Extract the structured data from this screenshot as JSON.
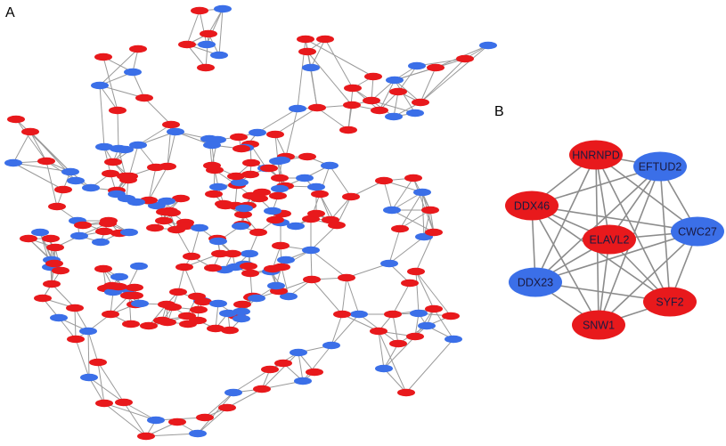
{
  "panel_a": {
    "label": "A",
    "colors": {
      "red": "#e8191c",
      "blue": "#3b6fe8"
    },
    "nodes": [
      {
        "c": "red",
        "t": ""
      },
      {
        "c": "blue",
        "t": ""
      },
      {
        "c": "red",
        "t": ""
      },
      {
        "c": "red",
        "t": ""
      },
      {
        "c": "blue",
        "t": ""
      },
      {
        "c": "red",
        "t": ""
      },
      {
        "c": "blue",
        "t": ""
      },
      {
        "c": "red",
        "t": ""
      },
      {
        "c": "red",
        "t": ""
      },
      {
        "c": "blue",
        "t": ""
      },
      {
        "c": "red",
        "t": ""
      },
      {
        "c": "red",
        "t": ""
      },
      {
        "c": "red",
        "t": ""
      },
      {
        "c": "blue",
        "t": ""
      },
      {
        "c": "red",
        "t": ""
      },
      {
        "c": "blue",
        "t": ""
      },
      {
        "c": "red",
        "t": ""
      },
      {
        "c": "red",
        "t": ""
      },
      {
        "c": "blue",
        "t": ""
      },
      {
        "c": "red",
        "t": ""
      },
      {
        "c": "red",
        "t": ""
      },
      {
        "c": "blue",
        "t": ""
      },
      {
        "c": "red",
        "t": ""
      },
      {
        "c": "red",
        "t": ""
      },
      {
        "c": "blue",
        "t": ""
      },
      {
        "c": "red",
        "t": ""
      },
      {
        "c": "red",
        "t": ""
      },
      {
        "c": "blue",
        "t": ""
      },
      {
        "c": "red",
        "t": ""
      },
      {
        "c": "blue",
        "t": ""
      },
      {
        "c": "red",
        "t": ""
      },
      {
        "c": "red",
        "t": ""
      },
      {
        "c": "red",
        "t": ""
      },
      {
        "c": "blue",
        "t": ""
      },
      {
        "c": "red",
        "t": ""
      },
      {
        "c": "red",
        "t": ""
      },
      {
        "c": "blue",
        "t": ""
      },
      {
        "c": "red",
        "t": ""
      },
      {
        "c": "red",
        "t": ""
      },
      {
        "c": "blue",
        "t": ""
      },
      {
        "c": "red",
        "t": ""
      },
      {
        "c": "red",
        "t": ""
      },
      {
        "c": "blue",
        "t": ""
      },
      {
        "c": "red",
        "t": ""
      },
      {
        "c": "red",
        "t": ""
      },
      {
        "c": "blue",
        "t": ""
      },
      {
        "c": "red",
        "t": ""
      },
      {
        "c": "blue",
        "t": ""
      },
      {
        "c": "red",
        "t": ""
      },
      {
        "c": "red",
        "t": ""
      },
      {
        "c": "blue",
        "t": ""
      },
      {
        "c": "red",
        "t": ""
      },
      {
        "c": "red",
        "t": ""
      },
      {
        "c": "blue",
        "t": ""
      },
      {
        "c": "red",
        "t": ""
      },
      {
        "c": "red",
        "t": ""
      },
      {
        "c": "blue",
        "t": ""
      },
      {
        "c": "red",
        "t": ""
      },
      {
        "c": "blue",
        "t": ""
      },
      {
        "c": "red",
        "t": ""
      },
      {
        "c": "red",
        "t": ""
      },
      {
        "c": "blue",
        "t": ""
      },
      {
        "c": "red",
        "t": ""
      },
      {
        "c": "red",
        "t": ""
      },
      {
        "c": "blue",
        "t": ""
      },
      {
        "c": "red",
        "t": ""
      },
      {
        "c": "red",
        "t": ""
      },
      {
        "c": "blue",
        "t": ""
      },
      {
        "c": "red",
        "t": ""
      },
      {
        "c": "blue",
        "t": ""
      },
      {
        "c": "red",
        "t": ""
      },
      {
        "c": "red",
        "t": ""
      },
      {
        "c": "blue",
        "t": ""
      },
      {
        "c": "red",
        "t": ""
      },
      {
        "c": "red",
        "t": ""
      },
      {
        "c": "blue",
        "t": ""
      },
      {
        "c": "red",
        "t": ""
      },
      {
        "c": "red",
        "t": ""
      },
      {
        "c": "blue",
        "t": ""
      },
      {
        "c": "red",
        "t": ""
      },
      {
        "c": "blue",
        "t": ""
      },
      {
        "c": "red",
        "t": ""
      },
      {
        "c": "red",
        "t": ""
      },
      {
        "c": "blue",
        "t": ""
      },
      {
        "c": "red",
        "t": ""
      },
      {
        "c": "red",
        "t": ""
      },
      {
        "c": "blue",
        "t": ""
      },
      {
        "c": "red",
        "t": ""
      },
      {
        "c": "red",
        "t": ""
      },
      {
        "c": "blue",
        "t": ""
      },
      {
        "c": "red",
        "t": ""
      },
      {
        "c": "red",
        "t": ""
      },
      {
        "c": "blue",
        "t": ""
      },
      {
        "c": "red",
        "t": ""
      },
      {
        "c": "blue",
        "t": ""
      },
      {
        "c": "red",
        "t": ""
      },
      {
        "c": "red",
        "t": ""
      },
      {
        "c": "blue",
        "t": ""
      },
      {
        "c": "red",
        "t": ""
      },
      {
        "c": "red",
        "t": ""
      },
      {
        "c": "blue",
        "t": ""
      },
      {
        "c": "red",
        "t": ""
      },
      {
        "c": "red",
        "t": ""
      },
      {
        "c": "blue",
        "t": ""
      },
      {
        "c": "red",
        "t": ""
      },
      {
        "c": "blue",
        "t": ""
      },
      {
        "c": "red",
        "t": ""
      },
      {
        "c": "red",
        "t": ""
      },
      {
        "c": "blue",
        "t": ""
      },
      {
        "c": "red",
        "t": ""
      },
      {
        "c": "red",
        "t": ""
      },
      {
        "c": "blue",
        "t": ""
      },
      {
        "c": "red",
        "t": ""
      },
      {
        "c": "red",
        "t": ""
      },
      {
        "c": "blue",
        "t": ""
      },
      {
        "c": "red",
        "t": ""
      },
      {
        "c": "blue",
        "t": ""
      },
      {
        "c": "red",
        "t": ""
      },
      {
        "c": "red",
        "t": ""
      },
      {
        "c": "blue",
        "t": ""
      },
      {
        "c": "red",
        "t": ""
      },
      {
        "c": "red",
        "t": ""
      },
      {
        "c": "blue",
        "t": ""
      },
      {
        "c": "red",
        "t": ""
      },
      {
        "c": "red",
        "t": ""
      },
      {
        "c": "blue",
        "t": ""
      },
      {
        "c": "red",
        "t": ""
      },
      {
        "c": "blue",
        "t": ""
      },
      {
        "c": "red",
        "t": ""
      },
      {
        "c": "red",
        "t": ""
      },
      {
        "c": "blue",
        "t": ""
      },
      {
        "c": "red",
        "t": ""
      },
      {
        "c": "red",
        "t": ""
      },
      {
        "c": "blue",
        "t": ""
      },
      {
        "c": "red",
        "t": ""
      },
      {
        "c": "red",
        "t": ""
      },
      {
        "c": "blue",
        "t": ""
      },
      {
        "c": "red",
        "t": ""
      },
      {
        "c": "blue",
        "t": ""
      },
      {
        "c": "red",
        "t": ""
      },
      {
        "c": "red",
        "t": ""
      },
      {
        "c": "blue",
        "t": ""
      },
      {
        "c": "red",
        "t": ""
      },
      {
        "c": "red",
        "t": ""
      },
      {
        "c": "blue",
        "t": ""
      },
      {
        "c": "red",
        "t": ""
      },
      {
        "c": "red",
        "t": ""
      },
      {
        "c": "blue",
        "t": ""
      },
      {
        "c": "red",
        "t": ""
      },
      {
        "c": "blue",
        "t": ""
      },
      {
        "c": "red",
        "t": ""
      },
      {
        "c": "red",
        "t": ""
      },
      {
        "c": "blue",
        "t": ""
      },
      {
        "c": "red",
        "t": ""
      },
      {
        "c": "red",
        "t": ""
      },
      {
        "c": "blue",
        "t": ""
      },
      {
        "c": "red",
        "t": ""
      },
      {
        "c": "red",
        "t": ""
      },
      {
        "c": "blue",
        "t": ""
      },
      {
        "c": "red",
        "t": ""
      },
      {
        "c": "blue",
        "t": ""
      },
      {
        "c": "red",
        "t": ""
      },
      {
        "c": "red",
        "t": ""
      },
      {
        "c": "blue",
        "t": ""
      },
      {
        "c": "red",
        "t": ""
      },
      {
        "c": "red",
        "t": ""
      },
      {
        "c": "blue",
        "t": ""
      },
      {
        "c": "red",
        "t": ""
      },
      {
        "c": "red",
        "t": ""
      },
      {
        "c": "blue",
        "t": ""
      },
      {
        "c": "red",
        "t": ""
      },
      {
        "c": "blue",
        "t": ""
      },
      {
        "c": "red",
        "t": ""
      },
      {
        "c": "red",
        "t": ""
      },
      {
        "c": "blue",
        "t": ""
      },
      {
        "c": "red",
        "t": ""
      },
      {
        "c": "red",
        "t": ""
      },
      {
        "c": "blue",
        "t": ""
      },
      {
        "c": "red",
        "t": ""
      },
      {
        "c": "red",
        "t": ""
      },
      {
        "c": "blue",
        "t": ""
      },
      {
        "c": "red",
        "t": ""
      },
      {
        "c": "blue",
        "t": ""
      },
      {
        "c": "red",
        "t": ""
      },
      {
        "c": "red",
        "t": ""
      },
      {
        "c": "blue",
        "t": ""
      },
      {
        "c": "red",
        "t": ""
      },
      {
        "c": "red",
        "t": ""
      },
      {
        "c": "blue",
        "t": ""
      },
      {
        "c": "red",
        "t": ""
      },
      {
        "c": "red",
        "t": ""
      },
      {
        "c": "blue",
        "t": ""
      },
      {
        "c": "red",
        "t": ""
      },
      {
        "c": "blue",
        "t": ""
      },
      {
        "c": "red",
        "t": ""
      },
      {
        "c": "red",
        "t": ""
      },
      {
        "c": "blue",
        "t": ""
      },
      {
        "c": "red",
        "t": ""
      },
      {
        "c": "red",
        "t": ""
      },
      {
        "c": "blue",
        "t": ""
      },
      {
        "c": "red",
        "t": ""
      },
      {
        "c": "red",
        "t": ""
      },
      {
        "c": "blue",
        "t": ""
      },
      {
        "c": "red",
        "t": ""
      },
      {
        "c": "blue",
        "t": ""
      },
      {
        "c": "red",
        "t": ""
      },
      {
        "c": "red",
        "t": ""
      },
      {
        "c": "blue",
        "t": ""
      },
      {
        "c": "red",
        "t": ""
      },
      {
        "c": "red",
        "t": ""
      },
      {
        "c": "blue",
        "t": ""
      },
      {
        "c": "red",
        "t": ""
      },
      {
        "c": "red",
        "t": ""
      },
      {
        "c": "blue",
        "t": ""
      },
      {
        "c": "red",
        "t": ""
      },
      {
        "c": "blue",
        "t": ""
      },
      {
        "c": "red",
        "t": ""
      },
      {
        "c": "red",
        "t": ""
      },
      {
        "c": "blue",
        "t": ""
      },
      {
        "c": "red",
        "t": ""
      },
      {
        "c": "red",
        "t": ""
      },
      {
        "c": "blue",
        "t": ""
      },
      {
        "c": "red",
        "t": ""
      },
      {
        "c": "red",
        "t": ""
      },
      {
        "c": "blue",
        "t": ""
      },
      {
        "c": "red",
        "t": ""
      },
      {
        "c": "blue",
        "t": ""
      },
      {
        "c": "red",
        "t": ""
      },
      {
        "c": "red",
        "t": ""
      },
      {
        "c": "blue",
        "t": ""
      },
      {
        "c": "red",
        "t": ""
      },
      {
        "c": "red",
        "t": ""
      },
      {
        "c": "blue",
        "t": ""
      },
      {
        "c": "red",
        "t": ""
      },
      {
        "c": "red",
        "t": ""
      },
      {
        "c": "blue",
        "t": ""
      },
      {
        "c": "red",
        "t": ""
      },
      {
        "c": "blue",
        "t": ""
      },
      {
        "c": "red",
        "t": ""
      },
      {
        "c": "red",
        "t": ""
      },
      {
        "c": "blue",
        "t": ""
      },
      {
        "c": "red",
        "t": ""
      },
      {
        "c": "red",
        "t": ""
      },
      {
        "c": "blue",
        "t": ""
      },
      {
        "c": "red",
        "t": ""
      },
      {
        "c": "red",
        "t": ""
      },
      {
        "c": "blue",
        "t": ""
      },
      {
        "c": "red",
        "t": ""
      },
      {
        "c": "blue",
        "t": ""
      },
      {
        "c": "red",
        "t": ""
      },
      {
        "c": "red",
        "t": ""
      },
      {
        "c": "blue",
        "t": ""
      },
      {
        "c": "red",
        "t": ""
      },
      {
        "c": "red",
        "t": ""
      },
      {
        "c": "blue",
        "t": ""
      },
      {
        "c": "red",
        "t": ""
      }
    ]
  },
  "panel_b": {
    "label": "B",
    "colors": {
      "red": "#e8191c",
      "blue": "#3b6fe8"
    },
    "nodes": [
      {
        "id": "HNRNPD",
        "color": "red"
      },
      {
        "id": "EFTUD2",
        "color": "blue"
      },
      {
        "id": "DDX46",
        "color": "red"
      },
      {
        "id": "ELAVL2",
        "color": "red"
      },
      {
        "id": "CWC27",
        "color": "blue"
      },
      {
        "id": "DDX23",
        "color": "blue"
      },
      {
        "id": "SYF2",
        "color": "red"
      },
      {
        "id": "SNW1",
        "color": "red"
      }
    ],
    "edges": [
      [
        "HNRNPD",
        "EFTUD2"
      ],
      [
        "HNRNPD",
        "DDX46"
      ],
      [
        "HNRNPD",
        "ELAVL2"
      ],
      [
        "HNRNPD",
        "CWC27"
      ],
      [
        "HNRNPD",
        "DDX23"
      ],
      [
        "HNRNPD",
        "SYF2"
      ],
      [
        "HNRNPD",
        "SNW1"
      ],
      [
        "EFTUD2",
        "DDX46"
      ],
      [
        "EFTUD2",
        "ELAVL2"
      ],
      [
        "EFTUD2",
        "CWC27"
      ],
      [
        "EFTUD2",
        "DDX23"
      ],
      [
        "EFTUD2",
        "SYF2"
      ],
      [
        "EFTUD2",
        "SNW1"
      ],
      [
        "DDX46",
        "ELAVL2"
      ],
      [
        "DDX46",
        "CWC27"
      ],
      [
        "DDX46",
        "DDX23"
      ],
      [
        "DDX46",
        "SYF2"
      ],
      [
        "DDX46",
        "SNW1"
      ],
      [
        "ELAVL2",
        "CWC27"
      ],
      [
        "ELAVL2",
        "DDX23"
      ],
      [
        "ELAVL2",
        "SYF2"
      ],
      [
        "ELAVL2",
        "SNW1"
      ],
      [
        "CWC27",
        "DDX23"
      ],
      [
        "CWC27",
        "SYF2"
      ],
      [
        "CWC27",
        "SNW1"
      ],
      [
        "DDX23",
        "SYF2"
      ],
      [
        "DDX23",
        "SNW1"
      ],
      [
        "SYF2",
        "SNW1"
      ]
    ]
  }
}
